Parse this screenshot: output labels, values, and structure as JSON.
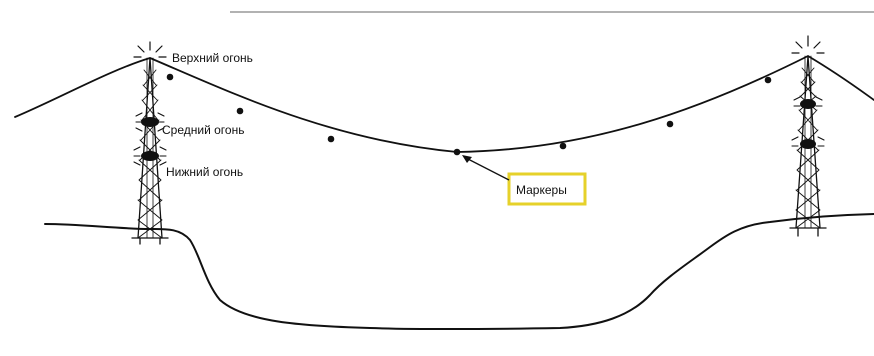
{
  "labels": {
    "top_light": "Верхний огонь",
    "middle_light": "Средний огонь",
    "bottom_light": "Нижний огонь",
    "markers": "Маркеры"
  },
  "colors": {
    "callout_border": "#e6d12a",
    "ink": "#111111",
    "background": "#ffffff"
  },
  "icons": [
    "tower-icon",
    "warning-light-icon",
    "marker-dot-icon",
    "arrow-icon"
  ]
}
